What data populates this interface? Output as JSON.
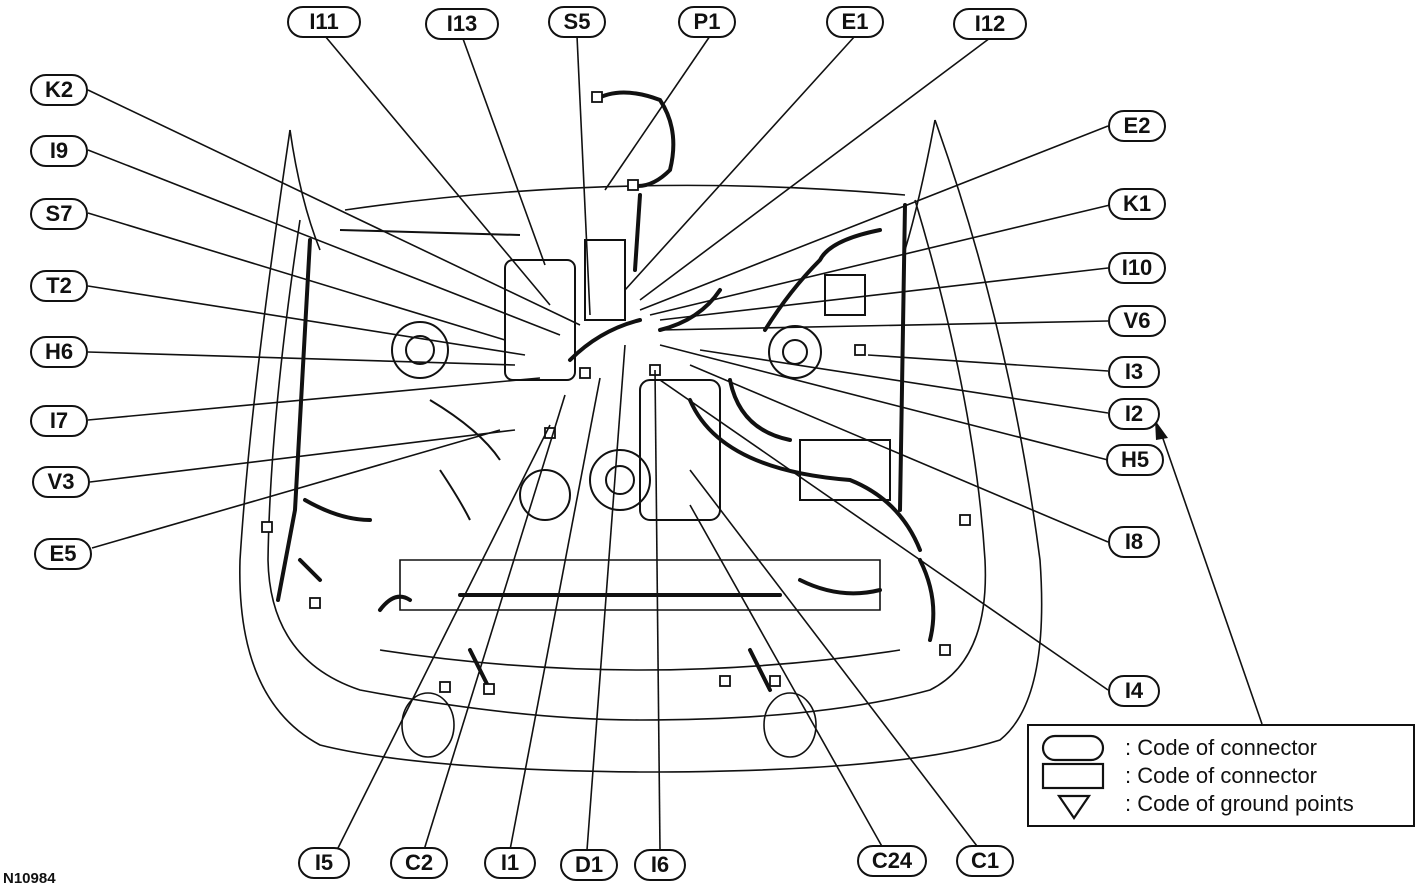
{
  "figure_id": "N10984",
  "connector_codes": [
    "I11",
    "I13",
    "S5",
    "P1",
    "E1",
    "I12",
    "K2",
    "I9",
    "S7",
    "T2",
    "H6",
    "I7",
    "V3",
    "E5",
    "E2",
    "K1",
    "I10",
    "V6",
    "I3",
    "I2",
    "H5",
    "I8",
    "I4",
    "I5",
    "C2",
    "I1",
    "D1",
    "I6",
    "C24",
    "C1"
  ],
  "legend": {
    "rounded": ": Code of connector",
    "square": ": Code of connector",
    "ground": ": Code of ground points"
  }
}
